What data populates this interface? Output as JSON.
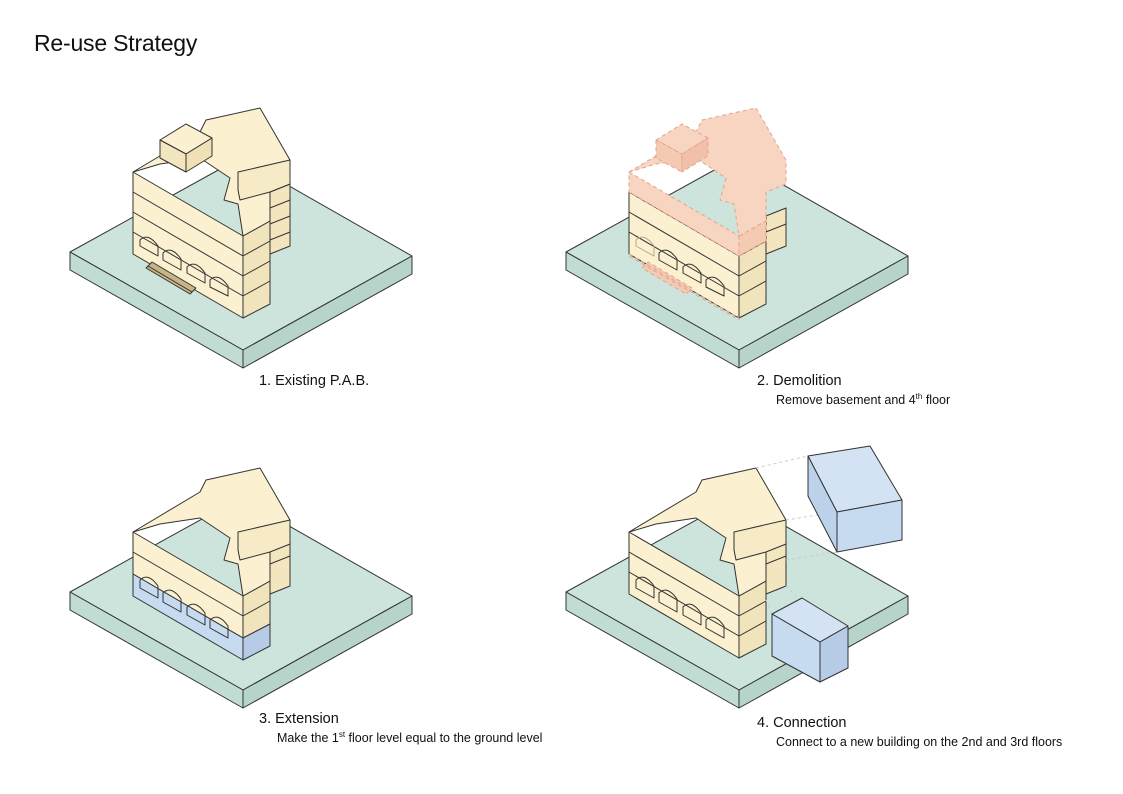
{
  "page": {
    "title": "Re-use Strategy"
  },
  "colors": {
    "site": "#cce4dc",
    "building": "#fbf0cf",
    "demolished": "#f8d5c0",
    "new_volume": "#c6daf0",
    "line": "#333333",
    "demolish_line": "#e5a38f"
  },
  "steps": [
    {
      "title": "1. Existing P.A.B.",
      "sub_pre": "",
      "sub_sup": "",
      "sub_post": ""
    },
    {
      "title": "2. Demolition",
      "sub_pre": "Remove basement and 4",
      "sub_sup": "th",
      "sub_post": " floor"
    },
    {
      "title": "3. Extension",
      "sub_pre": "Make the 1",
      "sub_sup": "st",
      "sub_post": " floor level equal to the ground level"
    },
    {
      "title": "4. Connection",
      "sub_pre": "Connect to a new building on the 2nd and 3rd floors",
      "sub_sup": "",
      "sub_post": ""
    }
  ]
}
